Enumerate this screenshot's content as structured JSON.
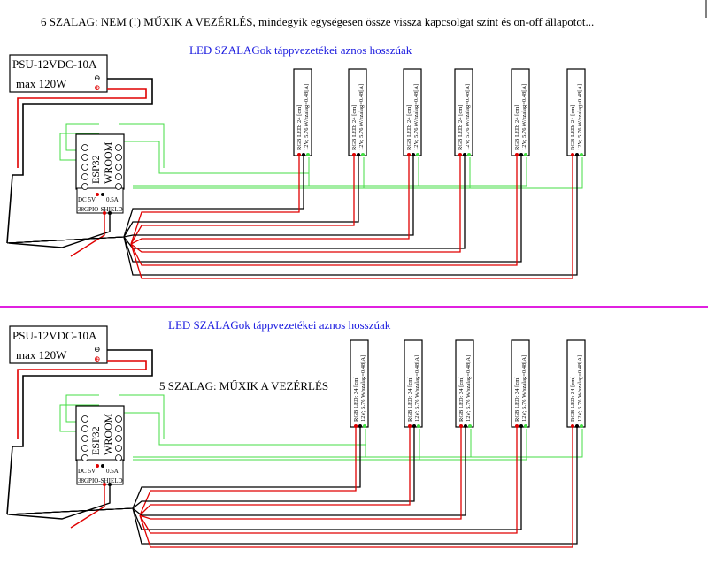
{
  "top": {
    "title": "6 SZALAG: NEM (!) MŰXIK A VEZÉRLÉS, mindegyik egységesen össze vissza kapcsolgat színt és on-off állapotot...",
    "subtitle": "LED SZALAGok táppvezetékei aznos hosszúak"
  },
  "bottom": {
    "title": "5 SZALAG: MŰXIK A VEZÉRLÉS",
    "subtitle": "LED SZALAGok táppvezetékei aznos hosszúak"
  },
  "psu": {
    "model": "PSU-12VDC-10A",
    "power": "max 120W",
    "neg": "⊖",
    "pos": "⊕"
  },
  "esp": {
    "name": "ESP32",
    "module": "WROOM",
    "dc": "DC 5V",
    "current": "0.5A",
    "shield": "38GPIO-SHIELD"
  },
  "strip": {
    "line1": "RGB LED: 24 [cm]",
    "line2": "12V; 5.76 W/szalag=0.48[A]"
  },
  "colors": {
    "separator": "#e020e0",
    "power_pos": "#e00000",
    "power_neg": "#000000",
    "signal": "#44dd44",
    "subtitle": "#1a1adf"
  }
}
